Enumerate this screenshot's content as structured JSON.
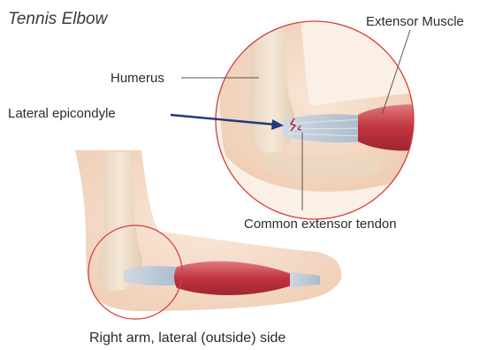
{
  "title": "Tennis Elbow",
  "labels": {
    "extensor_muscle": "Extensor Muscle",
    "humerus": "Humerus",
    "lateral_epicondyle": "Lateral epicondyle",
    "common_extensor_tendon": "Common extensor tendon"
  },
  "caption": "Right arm, lateral (outside) side",
  "colors": {
    "skin": "#f6dfcc",
    "bone": "#eddcc6",
    "muscle": "#c63e4b",
    "tendon": "#b9c9d6",
    "circle": "#d63c3c",
    "arrow": "#1f3a7a",
    "leader": "#555555"
  }
}
